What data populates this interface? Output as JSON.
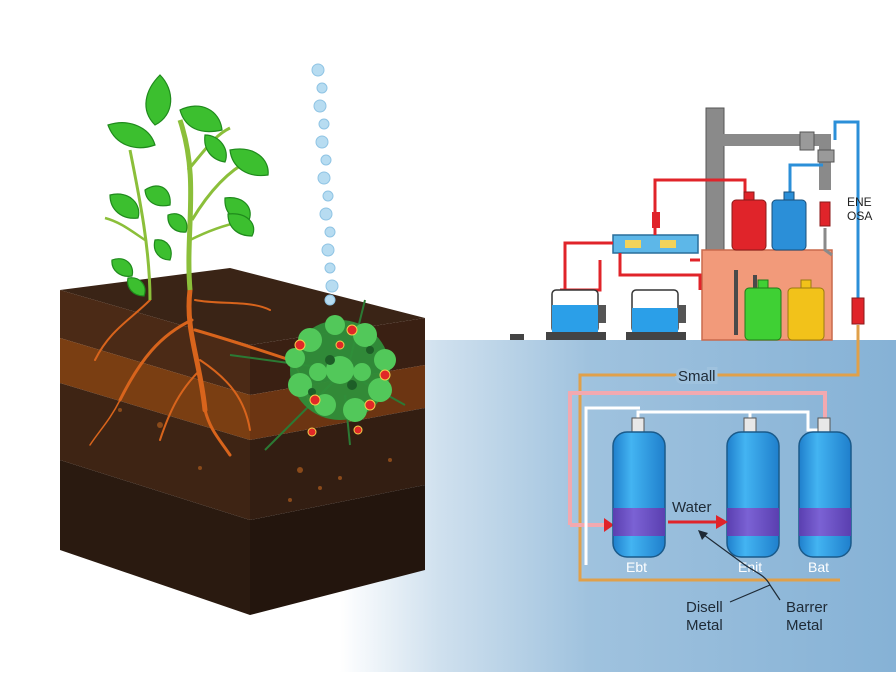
{
  "labels": {
    "top_right": "ENE",
    "top_right_2": "OSA",
    "pipe_label": "Small",
    "flow_label": "Water",
    "tank_1": "Ebt",
    "tank_2": "Enit",
    "tank_3": "Bat",
    "left_callout_1": "Disell",
    "left_callout_2": "Metal",
    "right_callout_1": "Barrer",
    "right_callout_2": "Metal"
  },
  "colors": {
    "soil_top": "#3d2414",
    "soil_band": "#7a3e12",
    "soil_dark": "#2a1a10",
    "leaf": "#3cbf2f",
    "root": "#d8641c",
    "water_bg": "#8fb8d8",
    "tank_blue": "#2f9fe6",
    "tank_band": "#6a4fc4",
    "pipe_red": "#e0242a",
    "pipe_orange": "#e0a04a",
    "pipe_pink": "#f2a9b0",
    "pipe_blue": "#2b8fd8",
    "machine_salmon": "#f29a7a",
    "chimney_gray": "#8a8a8a"
  }
}
